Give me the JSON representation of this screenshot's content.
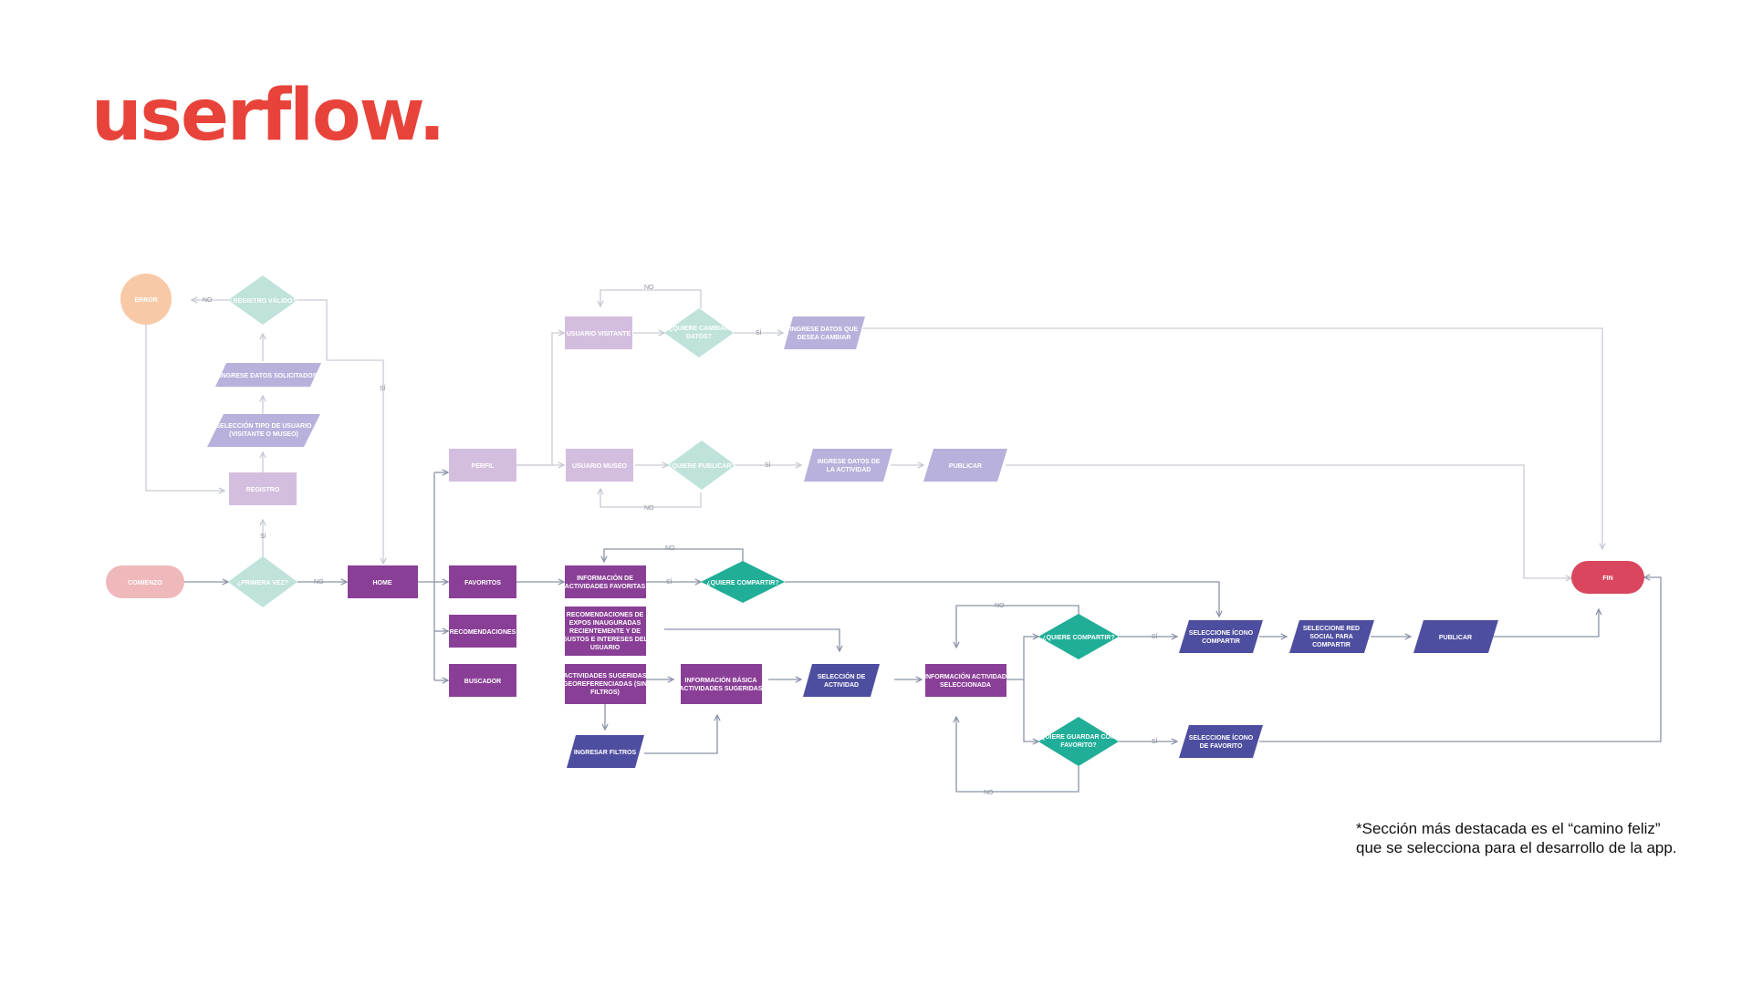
{
  "title": "userflow.",
  "note": {
    "line1": "*Sección más destacada es el “camino feliz”",
    "line2": "que se selecciona para el desarrollo de la app."
  },
  "colors": {
    "title": "#e8433a",
    "start": "#efb8bb",
    "error": "#f8c9a6",
    "end": "#d9465d",
    "decision_light": "#bfe2db",
    "decision_strong": "#20ae98",
    "input_light": "#b7b1db",
    "input_strong": "#4d4ea0",
    "process_light": "#d4bedf",
    "process_strong": "#8a3f97",
    "connector": "#8b93a8"
  },
  "nodes": {
    "comienzo": "COMIENZO",
    "primera_vez": "¿PRIMERA VEZ?",
    "registro": "REGISTRO",
    "seleccion_tipo": [
      "SELECCIÓN TIPO DE USUARIO",
      "(VISITANTE O MUSEO)"
    ],
    "ingrese_datos_solicitados": "INGRESE DATOS SOLICITADOS",
    "registro_valido": "¿REGISTRO VÁLIDO?",
    "error": "ERROR",
    "home": "HOME",
    "perfil": "PERFIL",
    "favoritos": "FAVORITOS",
    "recomendaciones": "RECOMENDACIONES",
    "buscador": "BUSCADOR",
    "usuario_visitante": "USUARIO VISITANTE",
    "quiere_cambiar_datos": [
      "¿QUIERE CAMBIAR",
      "DATOS?"
    ],
    "ingrese_datos_cambiar": [
      "INGRESE DATOS QUE",
      "DESEA CAMBIAR"
    ],
    "usuario_museo": "USUARIO MUSEO",
    "quiere_publicar": "¿QUIERE PUBLICAR?",
    "ingrese_datos_actividad": [
      "INGRESE DATOS DE",
      "LA ACTIVIDAD"
    ],
    "publicar_museo": "PUBLICAR",
    "info_favoritas": [
      "INFORMACIÓN DE",
      "ACTIVIDADES FAVORITAS"
    ],
    "quiere_compartir_fav": "¿QUIERE COMPARTIR?",
    "recomendaciones_info": [
      "RECOMENDACIONES DE",
      "EXPOS INAUGURADAS",
      "RECIENTEMENTE Y DE",
      "GUSTOS E INTERESES DEL",
      "USUARIO"
    ],
    "actividades_sugeridas": [
      "ACTIVIDADES SUGERIDAS",
      "GEOREFERENCIADAS (SIN",
      "FILTROS)"
    ],
    "info_basica": [
      "INFORMACIÓN BÁSICA",
      "ACTIVIDADES SUGERIDAS"
    ],
    "ingresar_filtros": "INGRESAR FILTROS",
    "seleccion_actividad": [
      "SELECCIÓN DE",
      "ACTIVIDAD"
    ],
    "info_actividad_seleccionada": [
      "INFORMACIÓN ACTIVIDAD",
      "SELECCIONADA"
    ],
    "quiere_compartir": "¿QUIERE COMPARTIR?",
    "seleccione_icono_compartir": [
      "SELECCIONE ÍCONO",
      "COMPARTIR"
    ],
    "seleccione_red_social": [
      "SELECCIONE RED",
      "SOCIAL PARA",
      "COMPARTIR"
    ],
    "publicar": "PUBLICAR",
    "quiere_guardar_favorito": [
      "¿QUIERE GUARDAR COMO",
      "FAVORITO?"
    ],
    "seleccione_icono_favorito": [
      "SELECCIONE ÍCONO",
      "DE FAVORITO"
    ],
    "fin": "FIN"
  },
  "edge_labels": {
    "yes": "SÍ",
    "no": "NO"
  }
}
